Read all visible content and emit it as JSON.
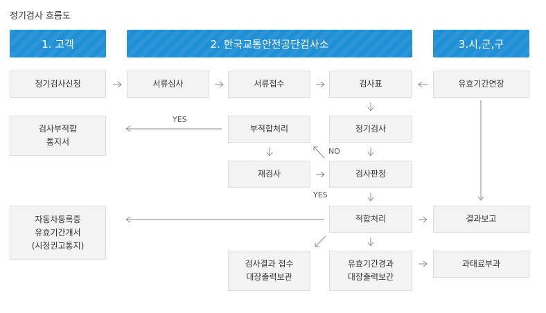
{
  "title": "정기검사 흐름도",
  "headers": {
    "customer": "1. 고객",
    "agency": "2. 한국교통안전공단검사소",
    "local": "3.시,군,구"
  },
  "boxes": {
    "apply": "정기검사신청",
    "doc_review": "서류심사",
    "doc_receive": "서류접수",
    "inspect_table": "검사표",
    "extend_valid": "유효기간연장",
    "unfit_notice": [
      "검사부적합",
      "통지서"
    ],
    "unfit_process": "부적합처리",
    "regular_inspect": "정기검사",
    "reinspect": "재검사",
    "judgement": "검사판정",
    "car_reg": [
      "자동차등록증",
      "유효기간개서",
      "(시정권고통지)"
    ],
    "fit_process": "적합처리",
    "result_report": "결과보고",
    "archive_result": [
      "검사결과 접수",
      "대장출력보관"
    ],
    "archive_valid": [
      "유효기간경과",
      "대장출력보간"
    ],
    "penalty": "과태료부과"
  },
  "labels": {
    "yes1": "YES",
    "no": "NO",
    "yes2": "YES"
  }
}
